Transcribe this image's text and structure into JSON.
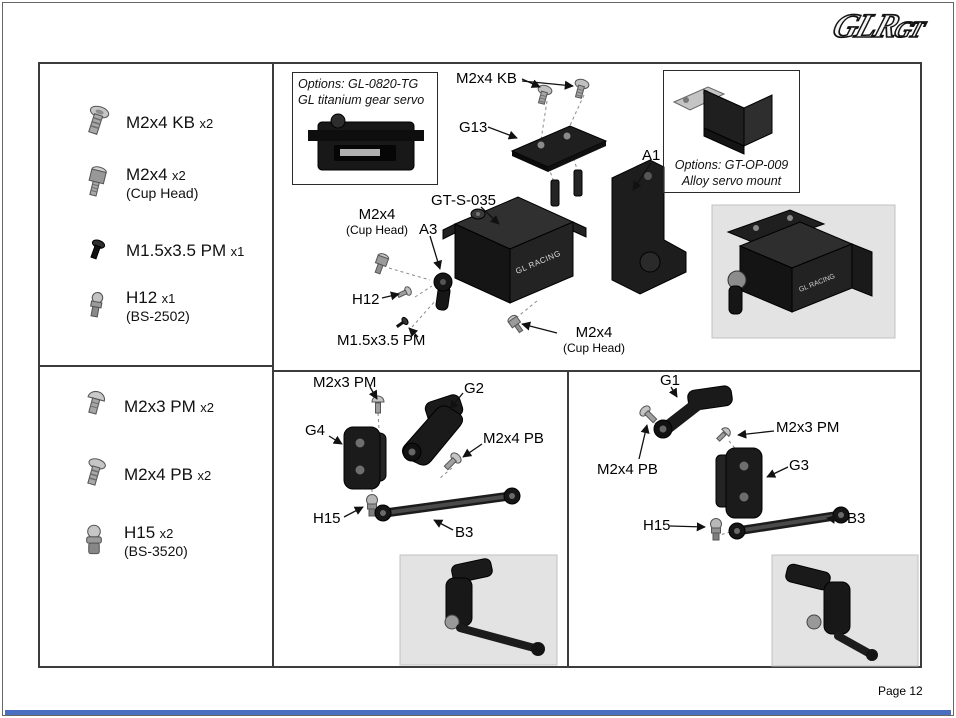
{
  "page": {
    "number_label": "Page 12",
    "logo_text": "GLR",
    "logo_suffix": "GT",
    "colors": {
      "footer_bar": "#4a6fc0",
      "part_black": "#1a1a1a",
      "metal_gray": "#b5b5b5"
    }
  },
  "parts_list": {
    "items_top": [
      {
        "name": "M2x4 KB",
        "qty": "x2"
      },
      {
        "name": "M2x4",
        "qty": "x2",
        "sub": "(Cup Head)"
      },
      {
        "name": "M1.5x3.5 PM",
        "qty": "x1"
      },
      {
        "name": "H12",
        "qty": "x1",
        "sub": "(BS-2502)"
      }
    ],
    "items_bottom": [
      {
        "name": "M2x3 PM",
        "qty": "x2"
      },
      {
        "name": "M2x4 PB",
        "qty": "x2"
      },
      {
        "name": "H15",
        "qty": "x2",
        "sub": "(BS-3520)"
      }
    ]
  },
  "servo_section": {
    "option_box_servo": {
      "line1": "Options: GL-0820-TG",
      "line2": "GL titanium gear servo"
    },
    "option_box_mount": {
      "line1": "Options: GT-OP-009",
      "line2": "Alloy servo mount"
    },
    "servo_brand": "GL RACING",
    "labels": {
      "m2x4_kb": "M2x4 KB",
      "g13": "G13",
      "a1": "A1",
      "gts035": "GT-S-035",
      "m2x4_left": "M2x4",
      "m2x4_left_sub": "(Cup Head)",
      "a3": "A3",
      "h12": "H12",
      "m15x35": "M1.5x3.5 PM",
      "m2x4_right": "M2x4",
      "m2x4_right_sub": "(Cup Head)"
    }
  },
  "linkage_left": {
    "labels": {
      "m2x3": "M2x3 PM",
      "g2": "G2",
      "g4": "G4",
      "m2x4pb": "M2x4 PB",
      "h15": "H15",
      "b3": "B3"
    }
  },
  "linkage_right": {
    "labels": {
      "g1": "G1",
      "m2x3": "M2x3 PM",
      "m2x4pb": "M2x4 PB",
      "g3": "G3",
      "h15": "H15",
      "b3": "B3"
    }
  }
}
